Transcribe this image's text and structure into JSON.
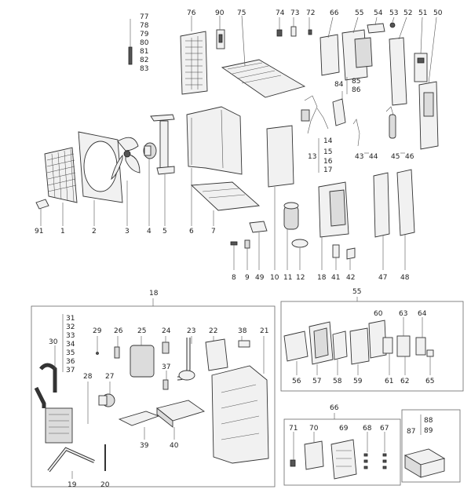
{
  "labels": {
    "l1": "1",
    "l2": "2",
    "l3": "3",
    "l4": "4",
    "l5": "5",
    "l6": "6",
    "l7": "7",
    "l8": "8",
    "l9": "9",
    "l10": "10",
    "l11": "11",
    "l12": "12",
    "l13": "13",
    "l14": "14",
    "l15": "15",
    "l16": "16",
    "l17": "17",
    "l18top": "18",
    "l18": "18",
    "l19": "19",
    "l20": "20",
    "l21": "21",
    "l22": "22",
    "l23": "23",
    "l24": "24",
    "l25": "25",
    "l26": "26",
    "l27": "27",
    "l28": "28",
    "l29": "29",
    "l30": "30",
    "l31": "31",
    "l32": "32",
    "l33": "33",
    "l34": "34",
    "l35": "35",
    "l36": "36",
    "l37a": "37",
    "l37b": "37",
    "l38": "38",
    "l39": "39",
    "l40": "40",
    "l41": "41",
    "l42": "42",
    "l43": "43",
    "l44": "44",
    "l45": "45",
    "l46": "46",
    "l47": "47",
    "l48": "48",
    "l49": "49",
    "l50": "50",
    "l51": "51",
    "l52": "52",
    "l53": "53",
    "l54": "54",
    "l55top": "55",
    "l55": "55",
    "l56": "56",
    "l57": "57",
    "l58": "58",
    "l59": "59",
    "l60": "60",
    "l61": "61",
    "l62": "62",
    "l63": "63",
    "l64": "64",
    "l65": "65",
    "l66a": "66",
    "l66b": "66",
    "l67": "67",
    "l68": "68",
    "l69": "69",
    "l70": "70",
    "l71": "71",
    "l72": "72",
    "l73": "73",
    "l74": "74",
    "l75": "75",
    "l76": "76",
    "l77": "77",
    "l78": "78",
    "l79": "79",
    "l80": "80",
    "l81": "81",
    "l82": "82",
    "l83": "83",
    "l84": "84",
    "l85": "85",
    "l86": "86",
    "l87": "87",
    "l88": "88",
    "l89": "89",
    "l90": "90",
    "l91": "91"
  }
}
